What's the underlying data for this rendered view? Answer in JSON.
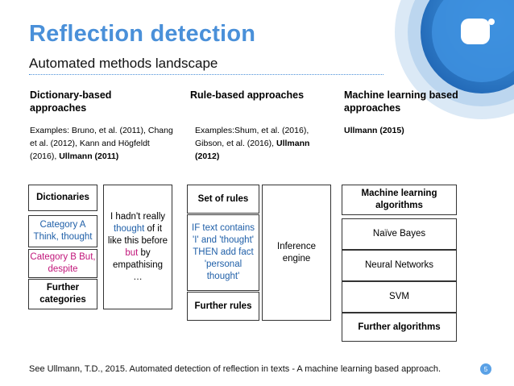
{
  "slide": {
    "title": "Reflection detection",
    "subtitle": "Automated methods landscape",
    "columns": [
      {
        "heading": "Dictionary-based approaches",
        "examples_plain": "Examples: Bruno, et al. (2011), Chang et al. (2012), Kann and Högfeldt (2016), ",
        "examples_bold": "Ullmann (2011)"
      },
      {
        "heading": "Rule-based approaches",
        "examples_plain": "Examples:Shum, et al. (2016), Gibson, et al. (2016), ",
        "examples_bold": "Ullmann (2012)"
      },
      {
        "heading": "Machine learning based approaches",
        "examples_plain": "",
        "examples_bold": "Ullmann (2015)"
      }
    ],
    "dictionary": {
      "header": "Dictionaries",
      "category_a": "Category A Think, thought",
      "category_b": "Category B But, despite",
      "further": "Further categories",
      "sample_pre": "I hadn't really ",
      "sample_thought": "thought",
      "sample_mid": " of it like this before ",
      "sample_but": "but",
      "sample_post": " by empathising …"
    },
    "rules": {
      "header": "Set of rules",
      "rule": "IF text contains 'I' and 'thought' THEN add fact 'personal thought'",
      "further": "Further rules",
      "engine": "Inference engine"
    },
    "ml": {
      "header": "Machine learning algorithms",
      "algorithms": [
        "Naïve Bayes",
        "Neural Networks",
        "SVM"
      ],
      "further": "Further algorithms"
    },
    "footer": "See Ullmann, T.D., 2015. Automated detection of reflection in texts - A machine learning based approach.",
    "page_number": "5",
    "colors": {
      "title": "#4a90d9",
      "accent_blue": "#1f5fa8",
      "accent_magenta": "#c1167a"
    }
  }
}
